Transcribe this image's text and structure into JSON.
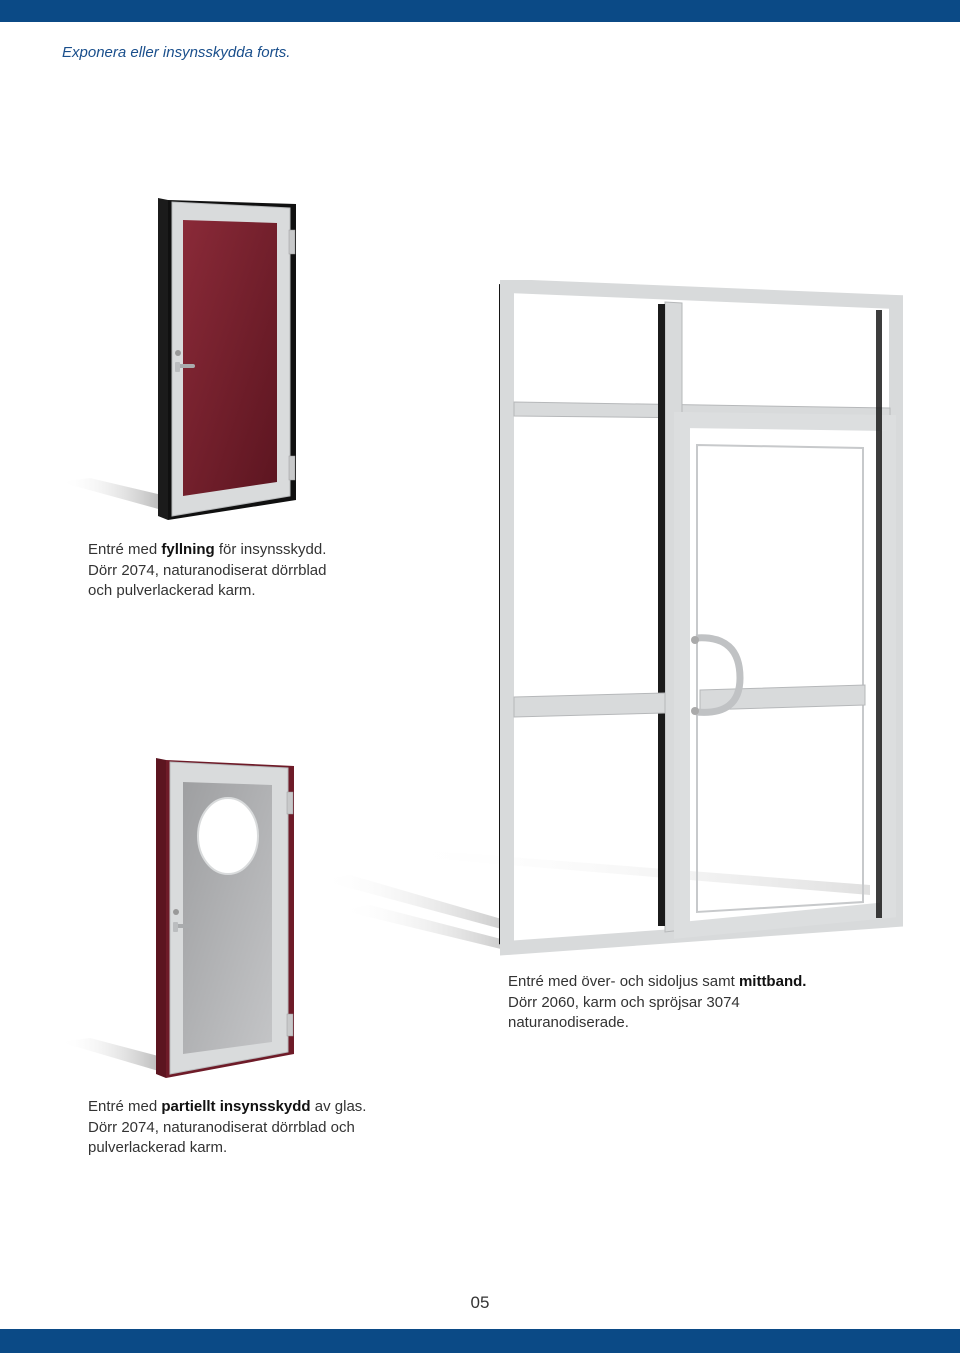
{
  "header": {
    "title": "Exponera eller insynsskydda forts."
  },
  "captions": {
    "door1": {
      "l1_pre": "Entré med ",
      "l1_bold": "fyllning",
      "l1_post": " för insynsskydd.",
      "l2": "Dörr 2074, naturanodiserat dörrblad",
      "l3": "och pulverlackerad karm."
    },
    "entrance": {
      "l1_pre": "Entré med över- och sidoljus samt ",
      "l1_bold": "mittband.",
      "l2": "Dörr 2060, karm och spröjsar 3074",
      "l3": "naturanodiserade."
    },
    "door2": {
      "l1_pre": "Entré med ",
      "l1_bold": "partiellt insynsskydd",
      "l1_post": " av glas.",
      "l2": "Dörr 2074, naturanodiserat dörrblad och",
      "l3": "pulverlackerad karm."
    }
  },
  "colors": {
    "brand_blue": "#0b4a86",
    "panel_red": "#7a1f2c",
    "frame_silver": "#d8dadb"
  },
  "footer": {
    "page_number": "05"
  }
}
